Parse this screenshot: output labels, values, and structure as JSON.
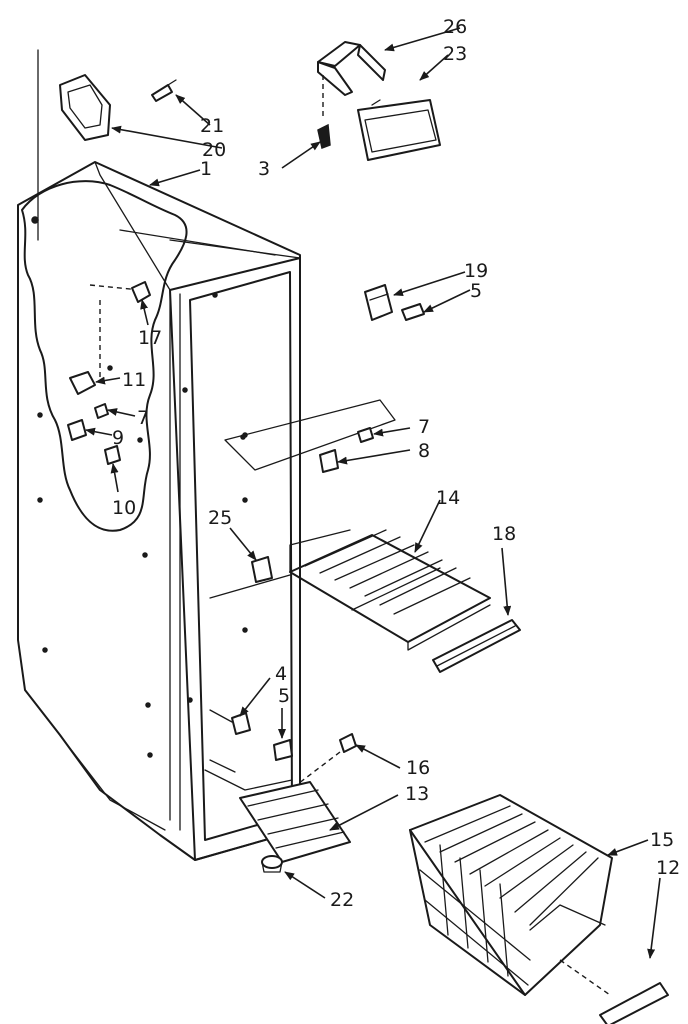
{
  "callouts": {
    "c1": "1",
    "c3": "3",
    "c4": "4",
    "c5a": "5",
    "c5b": "5",
    "c7a": "7",
    "c7b": "7",
    "c8": "8",
    "c9": "9",
    "c10": "10",
    "c11": "11",
    "c12": "12",
    "c13": "13",
    "c14": "14",
    "c15": "15",
    "c16": "16",
    "c17": "17",
    "c18": "18",
    "c19": "19",
    "c20": "20",
    "c21": "21",
    "c22": "22",
    "c23": "23",
    "c25": "25",
    "c26": "26"
  }
}
